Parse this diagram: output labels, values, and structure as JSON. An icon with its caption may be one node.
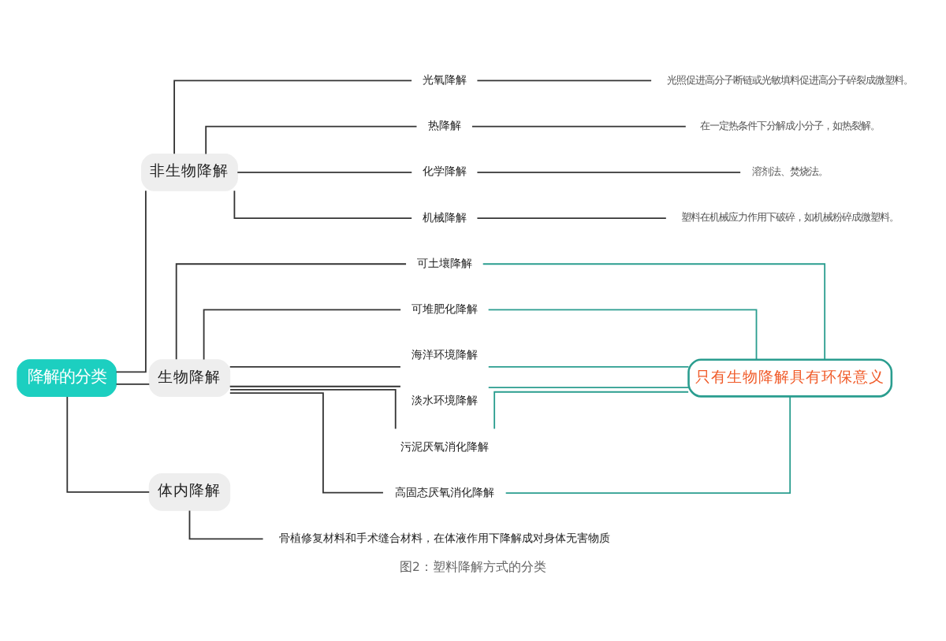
{
  "diagram": {
    "caption": "图2：塑料降解方式的分类",
    "nodes": [
      {
        "text": [
          "降解的分类"
        ]
      },
      {
        "text": [
          "非生物降解"
        ]
      },
      {
        "text": [
          "光氧降解"
        ]
      },
      {
        "text": [
          "光照促进高分子断链或光敏填料促进高分子碎裂成微塑料。"
        ]
      },
      {
        "text": [
          "热降解"
        ]
      },
      {
        "text": [
          "在一定热条件下分解成小分子，如热裂解。"
        ]
      },
      {
        "text": [
          "化学降解"
        ]
      },
      {
        "text": [
          "溶剂法、焚烧法。"
        ]
      },
      {
        "text": [
          "机械降解"
        ]
      },
      {
        "text": [
          "塑料在机械应力作用下破碎，如机械粉碎成微塑料。"
        ]
      },
      {
        "text": [
          "生物降解"
        ]
      },
      {
        "text": [
          "可土壤降解"
        ]
      },
      {
        "text": [
          "可堆肥化降解"
        ]
      },
      {
        "text": [
          "海洋环境降解"
        ]
      },
      {
        "text": [
          "淡水环境降解"
        ]
      },
      {
        "text": [
          "污泥厌氧消化降解"
        ]
      },
      {
        "text": [
          "高固态厌氧消化降解"
        ]
      },
      {
        "text": [
          "只有生物降解具有环保意义"
        ]
      },
      {
        "text": [
          "体内降解"
        ]
      },
      {
        "text": [
          "骨植修复材料和手术缝合材料，在体液作用下降解成对身体无害物质"
        ]
      }
    ],
    "edges": [
      {
        "from": 0,
        "to": 1,
        "arrow": "none"
      },
      {
        "from": 1,
        "to": 2,
        "arrow": "none"
      },
      {
        "from": 2,
        "to": 3,
        "arrow": "none"
      },
      {
        "from": 1,
        "to": 4,
        "arrow": "none"
      },
      {
        "from": 4,
        "to": 5,
        "arrow": "none"
      },
      {
        "from": 1,
        "to": 6,
        "arrow": "none"
      },
      {
        "from": 6,
        "to": 7,
        "arrow": "none"
      },
      {
        "from": 1,
        "to": 8,
        "arrow": "none"
      },
      {
        "from": 8,
        "to": 9,
        "arrow": "none"
      },
      {
        "from": 0,
        "to": 10,
        "arrow": "none"
      },
      {
        "from": 10,
        "to": 11,
        "arrow": "none"
      },
      {
        "from": 10,
        "to": 12,
        "arrow": "none"
      },
      {
        "from": 10,
        "to": 13,
        "arrow": "none"
      },
      {
        "from": 10,
        "to": 14,
        "arrow": "none"
      },
      {
        "from": 10,
        "to": 15,
        "arrow": "none"
      },
      {
        "from": 10,
        "to": 16,
        "arrow": "none"
      },
      {
        "from": 11,
        "to": 17,
        "arrow": "none",
        "color": "#2a9d8f"
      },
      {
        "from": 12,
        "to": 17,
        "arrow": "none",
        "color": "#2a9d8f"
      },
      {
        "from": 13,
        "to": 17,
        "arrow": "none",
        "color": "#2a9d8f"
      },
      {
        "from": 14,
        "to": 17,
        "arrow": "none",
        "color": "#2a9d8f"
      },
      {
        "from": 15,
        "to": 17,
        "arrow": "none",
        "color": "#2a9d8f"
      },
      {
        "from": 16,
        "to": 17,
        "arrow": "none",
        "color": "#2a9d8f"
      },
      {
        "from": 0,
        "to": 18,
        "arrow": "none"
      },
      {
        "from": 18,
        "to": 19,
        "arrow": "none"
      }
    ]
  }
}
